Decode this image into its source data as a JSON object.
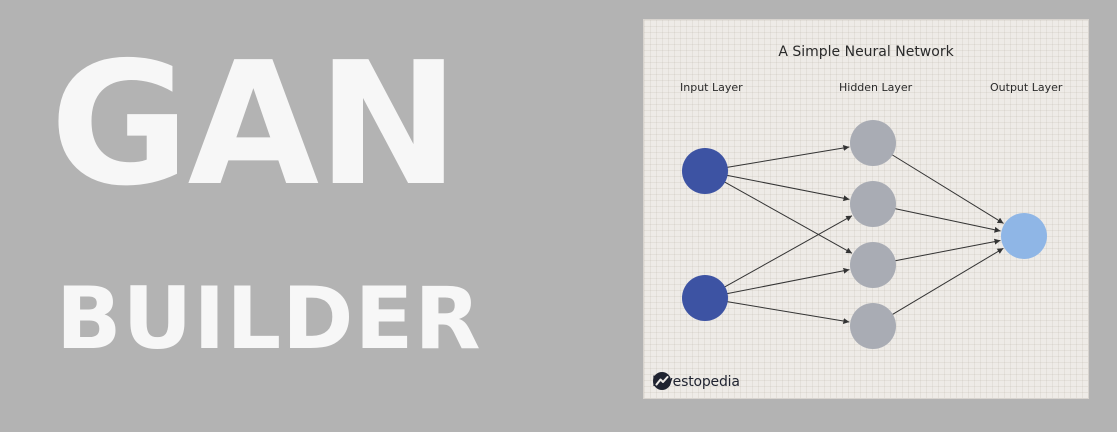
{
  "title": {
    "line1": "GAN",
    "line2": "BUILDER"
  },
  "diagram": {
    "title": "A Simple Neural Network",
    "layers": [
      "Input Layer",
      "Hidden Layer",
      "Output Layer"
    ],
    "brand": "Investopedia",
    "colors": {
      "input_node": "#3d53a3",
      "hidden_node": "#a9acb4",
      "output_node": "#8fb6e6",
      "edge": "#333333",
      "background": "#eeebe7"
    },
    "network": {
      "input_nodes": 2,
      "hidden_nodes": 4,
      "output_nodes": 1,
      "connections": [
        [
          "input-1",
          "hidden-1"
        ],
        [
          "input-1",
          "hidden-2"
        ],
        [
          "input-1",
          "hidden-3"
        ],
        [
          "input-2",
          "hidden-2"
        ],
        [
          "input-2",
          "hidden-3"
        ],
        [
          "input-2",
          "hidden-4"
        ],
        [
          "hidden-1",
          "output-1"
        ],
        [
          "hidden-2",
          "output-1"
        ],
        [
          "hidden-3",
          "output-1"
        ],
        [
          "hidden-4",
          "output-1"
        ]
      ]
    }
  }
}
